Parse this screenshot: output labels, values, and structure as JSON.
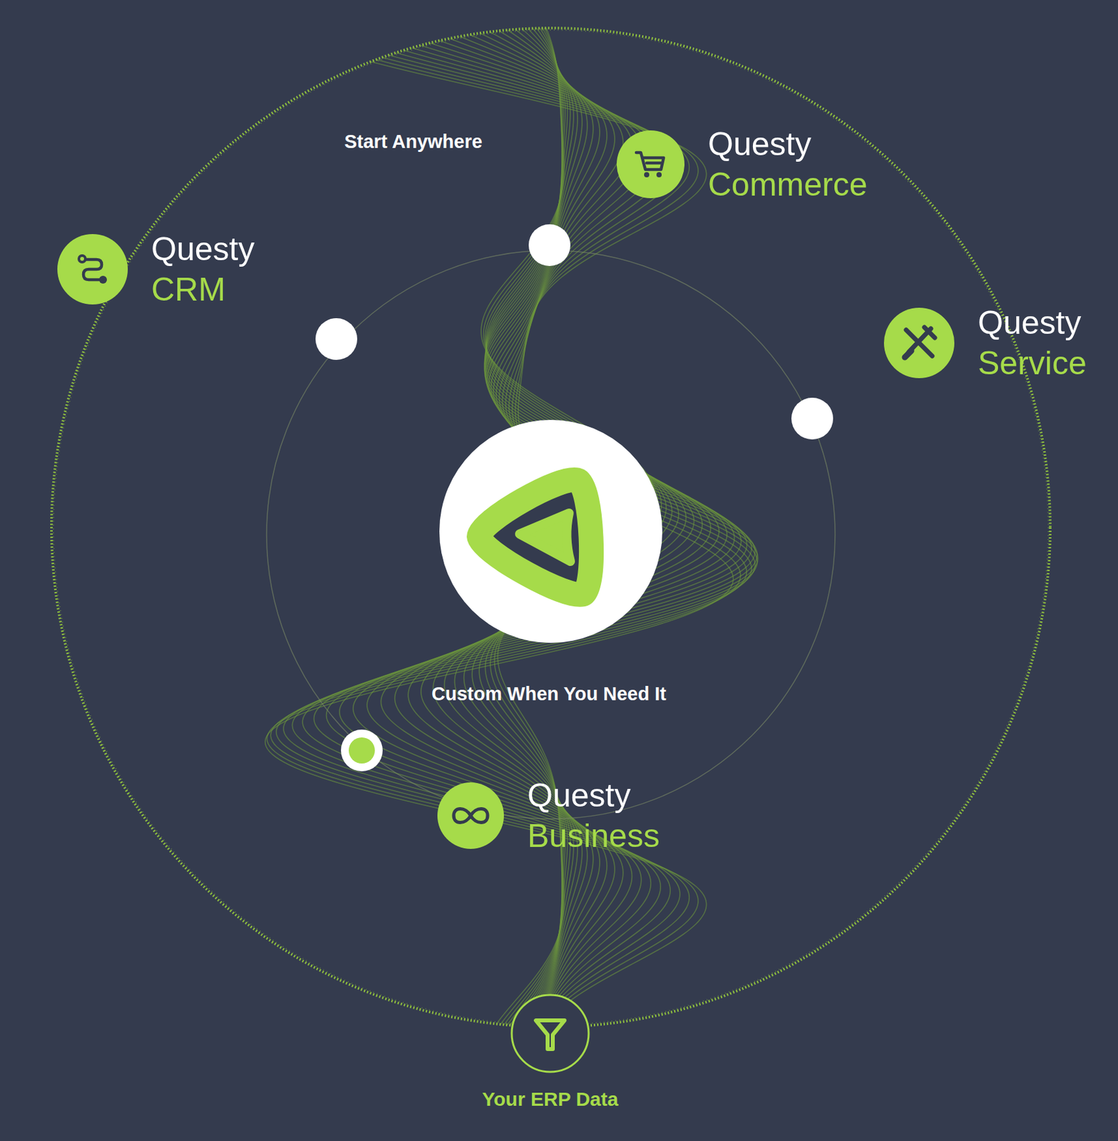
{
  "diagram": {
    "nodes": [
      {
        "text": [
          "Questy",
          "Commerce"
        ]
      },
      {
        "text": [
          "Questy",
          "CRM"
        ]
      },
      {
        "text": [
          "Questy",
          "Service"
        ]
      },
      {
        "text": [
          "Questy",
          "Business"
        ]
      },
      {
        "text": [
          "Your ERP Data"
        ]
      }
    ],
    "labels": [
      "Start Anywhere",
      "Custom When You Need It"
    ]
  }
}
